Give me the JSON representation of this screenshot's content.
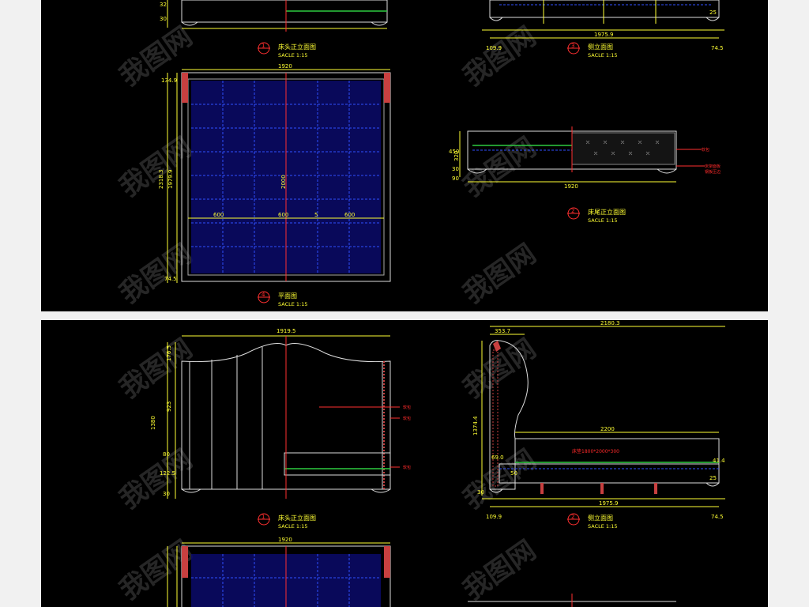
{
  "top_sheet": {
    "views": {
      "front_top": {
        "title": "床头正立面图",
        "scale": "SACLE 1:15",
        "num": "1"
      },
      "side_top": {
        "title": "侧立面图",
        "scale": "SACLE 1:15",
        "num": "3",
        "dims": [
          "1975.9",
          "109.9",
          "74.5",
          "25"
        ]
      },
      "plan": {
        "title": "平面图",
        "scale": "SACLE 1:15",
        "num": "4",
        "dims": {
          "width": "1920",
          "total": "2318.3",
          "inner": "1979.9",
          "length": "2000",
          "top": "134.9",
          "bottom": "74.5",
          "slat1": "600",
          "slat2": "600",
          "slat3": "600",
          "gap": "5"
        }
      },
      "foot_end": {
        "title": "床尾正立面图",
        "scale": "SACLE 1:15",
        "num": "2",
        "dims": {
          "width": "1920",
          "h1": "320",
          "h2": "450",
          "b1": "30",
          "b2": "90"
        },
        "notes": [
          "软包",
          "床架面板",
          "钢板压边"
        ]
      }
    }
  },
  "bottom_sheet": {
    "views": {
      "front": {
        "title": "床头正立面图",
        "scale": "SACLE 1:15",
        "num": "1",
        "dims": {
          "width": "1919.5",
          "total": "1380",
          "upper": "176.5",
          "mid": "923",
          "d1": "80",
          "d2": "122.5",
          "d3": "30"
        },
        "notes": [
          "软包",
          "软包",
          "软包"
        ]
      },
      "side": {
        "title": "侧立面图",
        "scale": "SACLE 1:15",
        "num": "2",
        "dims": {
          "total": "2180.3",
          "top": "353.7",
          "height": "1374.4",
          "bed": "2200",
          "base": "1975.9",
          "left": "109.9",
          "right": "74.5",
          "r1": "69.0",
          "r2": "41.4",
          "r3": "50",
          "r4": "25",
          "r5": "30"
        },
        "label": "床垫1800*2000*300"
      },
      "plan_partial": {
        "width": "1920"
      }
    }
  },
  "watermark": "我图网"
}
